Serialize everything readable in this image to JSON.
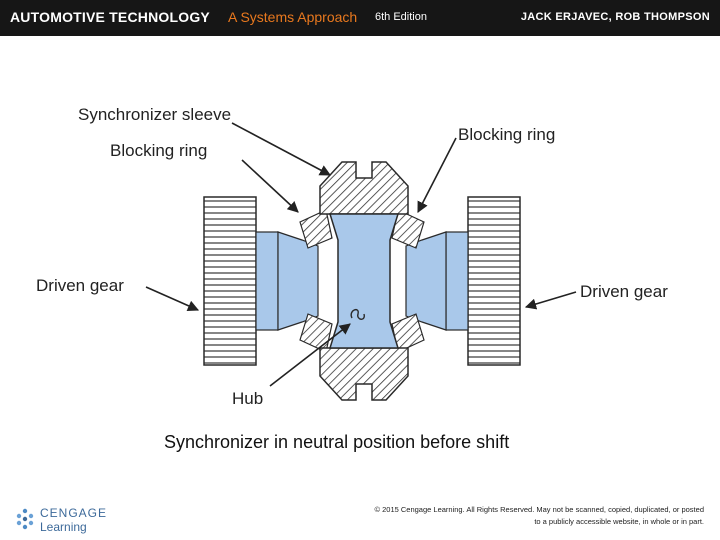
{
  "header": {
    "title_main": "AUTOMOTIVE TECHNOLOGY",
    "title_sub": "A Systems Approach",
    "edition": "6th Edition",
    "authors": "JACK ERJAVEC, ROB THOMPSON"
  },
  "diagram": {
    "labels": {
      "synchronizer_sleeve": "Synchronizer sleeve",
      "blocking_ring_left": "Blocking ring",
      "blocking_ring_right": "Blocking ring",
      "driven_gear_left": "Driven gear",
      "driven_gear_right": "Driven gear",
      "hub": "Hub"
    },
    "caption": "Synchronizer in neutral position before shift",
    "colors": {
      "component_fill": "#a9c8ea",
      "hatch": "#333333",
      "outline": "#2a2a2a"
    }
  },
  "footer": {
    "logo_top": "CENGAGE",
    "logo_bottom": "Learning",
    "copyright": "© 2015 Cengage Learning. All Rights Reserved. May not be scanned, copied, duplicated, or posted to a publicly accessible website, in whole or in part."
  }
}
